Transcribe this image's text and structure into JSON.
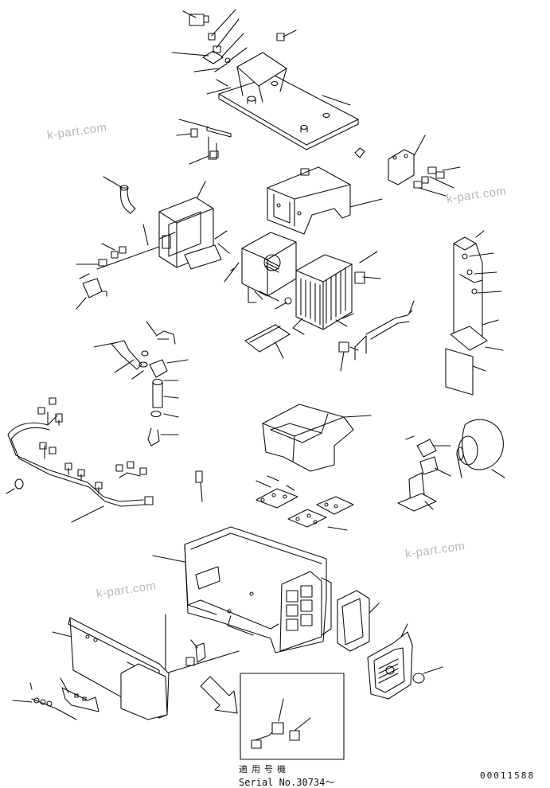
{
  "watermarks": [
    "k-part.com",
    "k-part.com",
    "k-part.com",
    "k-part.com"
  ],
  "serial_note": {
    "jp": "適用号機",
    "serial": "Serial No.30734～"
  },
  "drawing_number": "00011588",
  "colors": {
    "line": "#111111",
    "watermark": "#b8b8b8"
  }
}
